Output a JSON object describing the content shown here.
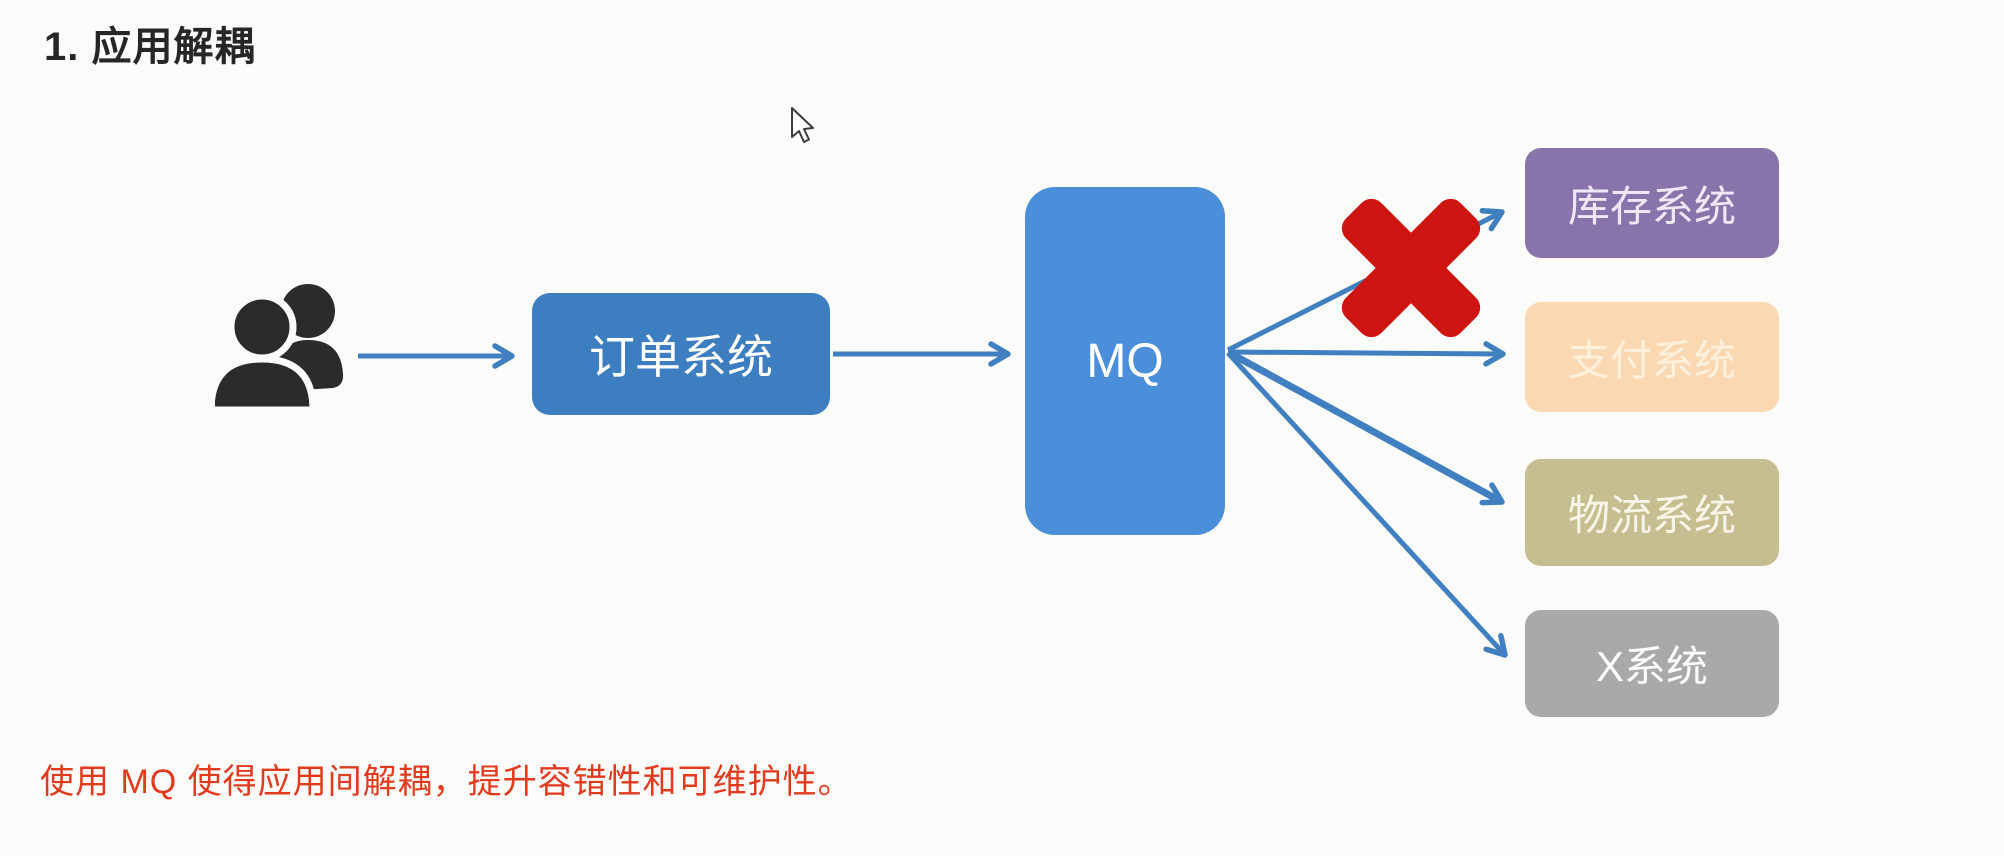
{
  "title": "1. 应用解耦",
  "caption": {
    "text": "使用 MQ 使得应用间解耦，提升容错性和可维护性。",
    "color": "#e23a1e"
  },
  "diagram": {
    "arrow_color": "#4080c0",
    "producer": {
      "icon": "users-icon",
      "color": "#2b2b29"
    },
    "nodes": {
      "order": {
        "label": "订单系统",
        "color": "#3d7ec1",
        "text_color": "#ffffff"
      },
      "mq": {
        "label": "MQ",
        "color": "#4b8ed9",
        "text_color": "#ffffff"
      },
      "inventory": {
        "label": "库存系统",
        "color": "#8874ab",
        "text_color": "#eee7f5"
      },
      "payment": {
        "label": "支付系统",
        "color": "#fbd8b2",
        "text_color": "#fdf0dd"
      },
      "logistics": {
        "label": "物流系统",
        "color": "#c6bd90",
        "text_color": "#f8f5e8"
      },
      "xsys": {
        "label": "X系统",
        "color": "#a9a9a7",
        "text_color": "#fcfcfc"
      }
    },
    "failure_marker": {
      "name": "red-x",
      "color": "#ce1511",
      "on_link": "mq-to-inventory"
    }
  }
}
